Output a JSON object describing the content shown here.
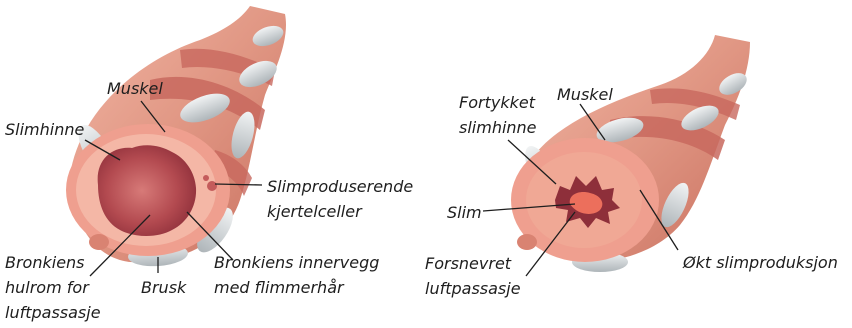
{
  "colors": {
    "tissue_outer": "#e9a08e",
    "tissue_mid": "#d98372",
    "muscle": "#c8685e",
    "lumen": "#b34a50",
    "lumen_dark": "#8e2f3a",
    "cartilage": "#d7dcde",
    "mucus": "#ec6f5c",
    "label_text": "#1e1e1e",
    "leader": "#1e1e1e"
  },
  "left_figure": {
    "labels": {
      "muskel": "Muskel",
      "slimhinne": "Slimhinne",
      "slimproduserende_line1": "Slimproduserende",
      "slimproduserende_line2": "kjertelceller",
      "bronkiens_hulrom_line1": "Bronkiens",
      "bronkiens_hulrom_line2": "hulrom for",
      "bronkiens_hulrom_line3": "luftpassasje",
      "brusk": "Brusk",
      "innervegg_line1": "Bronkiens innervegg",
      "innervegg_line2": "med flimmerhår"
    }
  },
  "right_figure": {
    "labels": {
      "fortykket_line1": "Fortykket",
      "fortykket_line2": "slimhinne",
      "muskel": "Muskel",
      "slim": "Slim",
      "forsnevret_line1": "Forsnevret",
      "forsnevret_line2": "luftpassasje",
      "okt_slim": "Økt slimproduksjon"
    }
  }
}
